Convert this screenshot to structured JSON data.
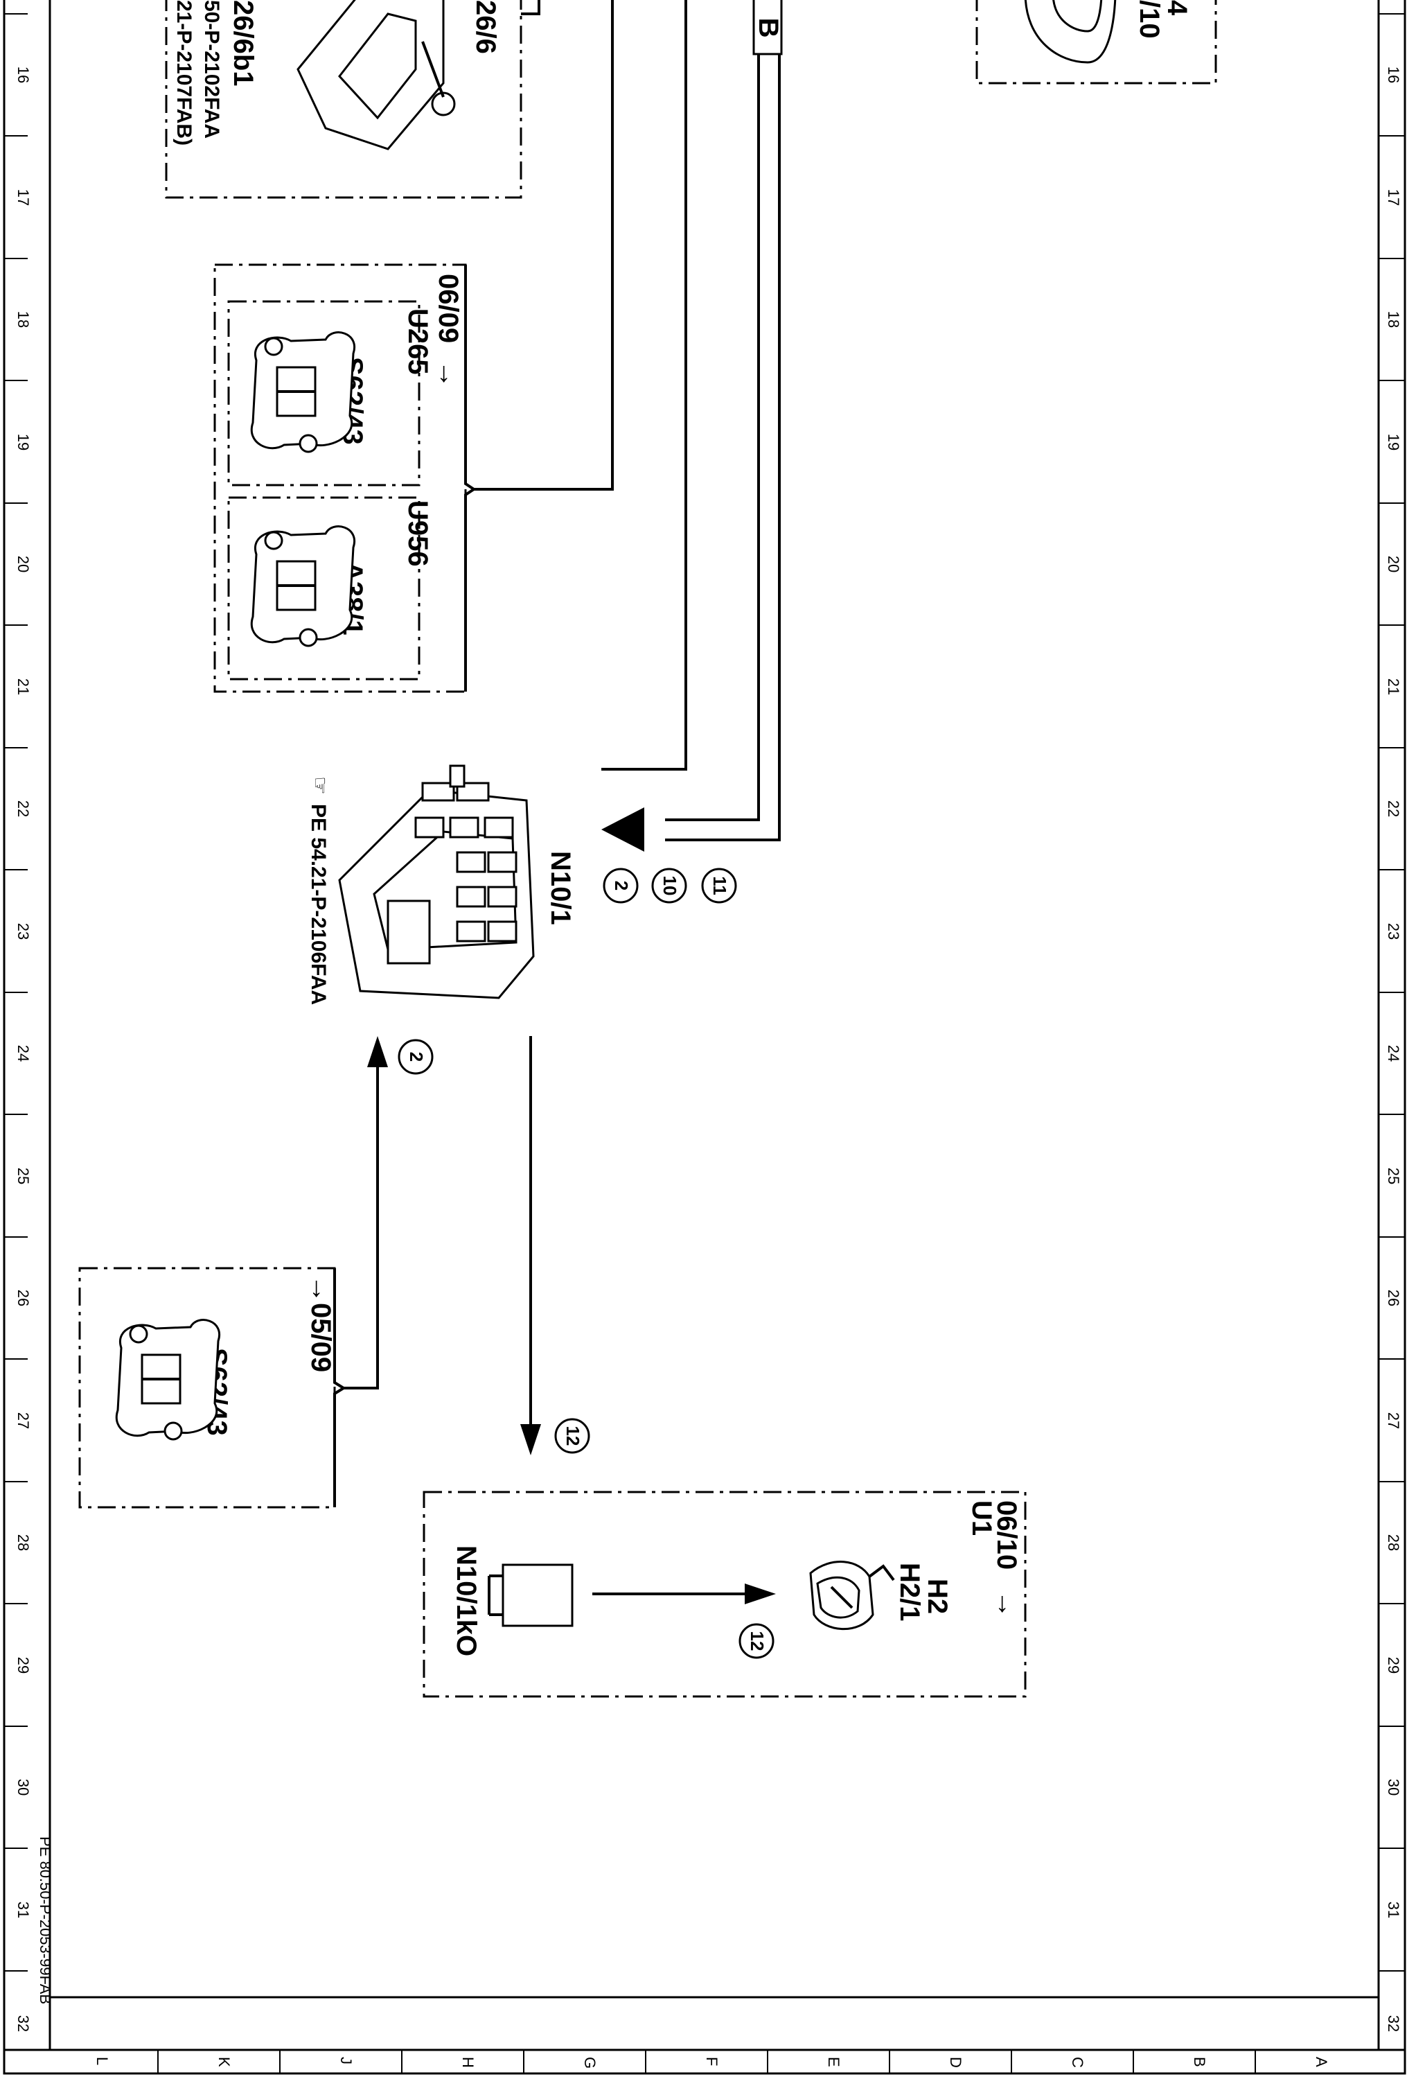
{
  "ruler": {
    "rows": [
      "16",
      "17",
      "18",
      "19",
      "20",
      "21",
      "22",
      "23",
      "24",
      "25",
      "26",
      "27",
      "28",
      "29",
      "30",
      "31",
      "32"
    ],
    "columns": [
      "L",
      "K",
      "J",
      "H",
      "G",
      "F",
      "E",
      "D",
      "C",
      "B",
      "A"
    ]
  },
  "top_fragment": {
    "label_a": "26/6b1",
    "label_b": "26/6",
    "label_c": "50-P-2102FAA",
    "label_d": "21-P-2107FAB)"
  },
  "top_right_fragment": {
    "label_a": "4",
    "label_b": "/10"
  },
  "wire_label_b": "B",
  "group_1": {
    "date": "06/09",
    "model_a": "U265",
    "model_b": "U956",
    "switch_a": "S62/43",
    "switch_b": "A38/1"
  },
  "module": {
    "label": "N10/1",
    "ref": "PE 54.21-P-2106FAA",
    "callouts": [
      "11",
      "10",
      "2"
    ]
  },
  "group_2": {
    "date": "05/09",
    "switch": "S62/43"
  },
  "group_3": {
    "date": "06/10",
    "model": "U1",
    "horn_a": "H2",
    "horn_b": "H2/1",
    "relay": "N10/1kO"
  },
  "callout_left": "2",
  "callout_bottom": "12",
  "callout_inner": "12",
  "doc_ref": "PE 80.50-P-2053-99FAB"
}
